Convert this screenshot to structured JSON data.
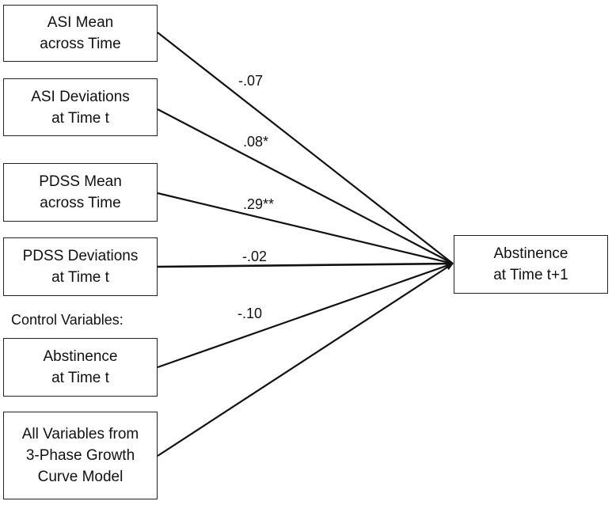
{
  "nodes": {
    "asi_mean": "ASI Mean\nacross Time",
    "asi_deviations": "ASI Deviations\nat Time t",
    "pdss_mean": "PDSS Mean\nacross Time",
    "pdss_deviations": "PDSS Deviations\nat Time t",
    "abstinence_t": "Abstinence\nat Time t",
    "all_variables": "All Variables from\n3-Phase Growth\nCurve Model",
    "outcome": "Abstinence\nat Time t+1"
  },
  "section_label": "Control Variables:",
  "coefficients": {
    "asi_mean": "-.07",
    "asi_deviations": ".08*",
    "pdss_mean": ".29**",
    "pdss_deviations": "-.02",
    "abstinence_t": "-.10"
  },
  "edges": [
    {
      "from": "asi_mean",
      "to": "outcome"
    },
    {
      "from": "asi_deviations",
      "to": "outcome"
    },
    {
      "from": "pdss_mean",
      "to": "outcome"
    },
    {
      "from": "pdss_deviations",
      "to": "outcome"
    },
    {
      "from": "abstinence_t",
      "to": "outcome"
    },
    {
      "from": "all_variables",
      "to": "outcome"
    }
  ],
  "colors": {
    "line": "#111111",
    "border": "#222222",
    "background": "#ffffff"
  }
}
